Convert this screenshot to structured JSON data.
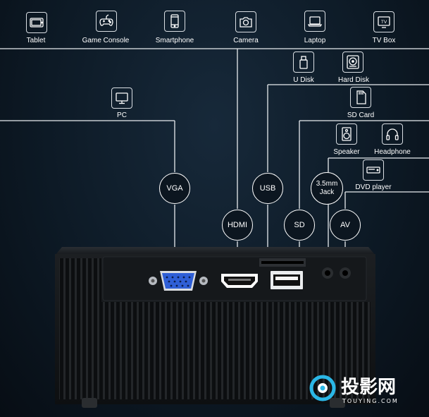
{
  "devices_top": [
    {
      "label": "Tablet",
      "icon": "tablet-icon"
    },
    {
      "label": "Game Console",
      "icon": "gamepad-icon"
    },
    {
      "label": "Smartphone",
      "icon": "smartphone-icon"
    },
    {
      "label": "Camera",
      "icon": "camera-icon"
    },
    {
      "label": "Laptop",
      "icon": "laptop-icon"
    },
    {
      "label": "TV Box",
      "icon": "tv-box-icon",
      "icon_text": "TV"
    }
  ],
  "devices_side": {
    "pc": "PC",
    "u_disk": "U Disk",
    "hard_disk": "Hard Disk",
    "sd_card": "SD Card",
    "speaker": "Speaker",
    "headphone": "Headphone",
    "dvd_player": "DVD player"
  },
  "ports": {
    "vga": "VGA",
    "usb": "USB",
    "hdmi": "HDMI",
    "sd": "SD",
    "jack_line1": "3.5mm",
    "jack_line2": "Jack",
    "av": "AV"
  },
  "watermark": {
    "title": "投影网",
    "url": "TOUYING.COM"
  },
  "colors": {
    "line": "#e8ecef",
    "background": "#0d1a26",
    "vga_port": "#2f5fd6",
    "watermark_ring": "#2bb7e6"
  }
}
